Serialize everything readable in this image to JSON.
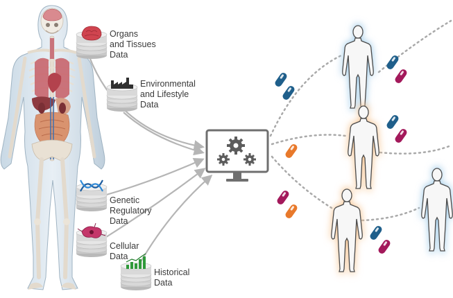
{
  "sources": [
    {
      "id": "organs",
      "icon": "brain-database-icon",
      "lines": [
        "Organs",
        "and Tissues",
        "Data"
      ]
    },
    {
      "id": "environment",
      "icon": "factory-database-icon",
      "lines": [
        "Environmental",
        "and Lifestyle",
        "Data"
      ]
    },
    {
      "id": "genetic",
      "icon": "dna-database-icon",
      "lines": [
        "Genetic",
        "Regulatory",
        "Data"
      ]
    },
    {
      "id": "cellular",
      "icon": "cell-database-icon",
      "lines": [
        "Cellular",
        "Data"
      ]
    },
    {
      "id": "historical",
      "icon": "bar-chart-database-icon",
      "lines": [
        "Historical",
        "Data"
      ]
    }
  ],
  "center": {
    "icon": "computer-gears-icon"
  },
  "patients": [
    {
      "id": "patient-1",
      "glow": "blue"
    },
    {
      "id": "patient-2",
      "glow": "orange"
    },
    {
      "id": "patient-3",
      "glow": "orange"
    },
    {
      "id": "patient-4",
      "glow": "blue"
    }
  ],
  "colors": {
    "capsule_blue": "#1f5f8b",
    "capsule_magenta": "#a3195b",
    "capsule_orange": "#e8792b",
    "glow_blue": "#9ecae8",
    "glow_orange": "#f6c38f",
    "arrow": "#b5b5b5",
    "dots": "#a9a9a9",
    "monitor": "#6f6f6f"
  }
}
